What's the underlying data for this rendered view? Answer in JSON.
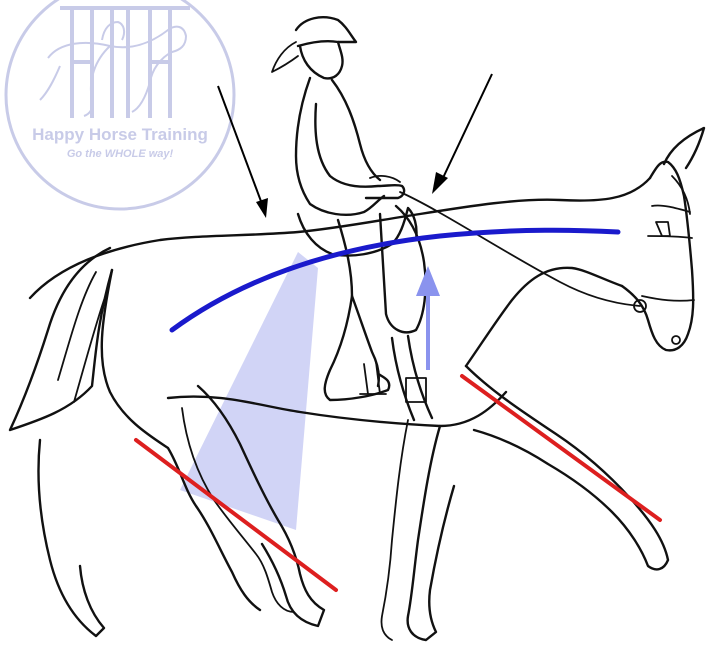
{
  "logo": {
    "line1": "Happy Horse Training",
    "line2": "Go the WHOLE way!"
  },
  "colors": {
    "background": "#ffffff",
    "outline": "#111111",
    "topline": "#1a1acc",
    "leg_lines": "#dd1f1f",
    "wedge": "#c9cdf5",
    "lift_arrow": "#8a93ee",
    "logo": "#c3c6e6"
  },
  "icons": [
    "horse-and-rider-line-art",
    "pointer-arrow",
    "lift-arrow",
    "logo-emblem"
  ]
}
